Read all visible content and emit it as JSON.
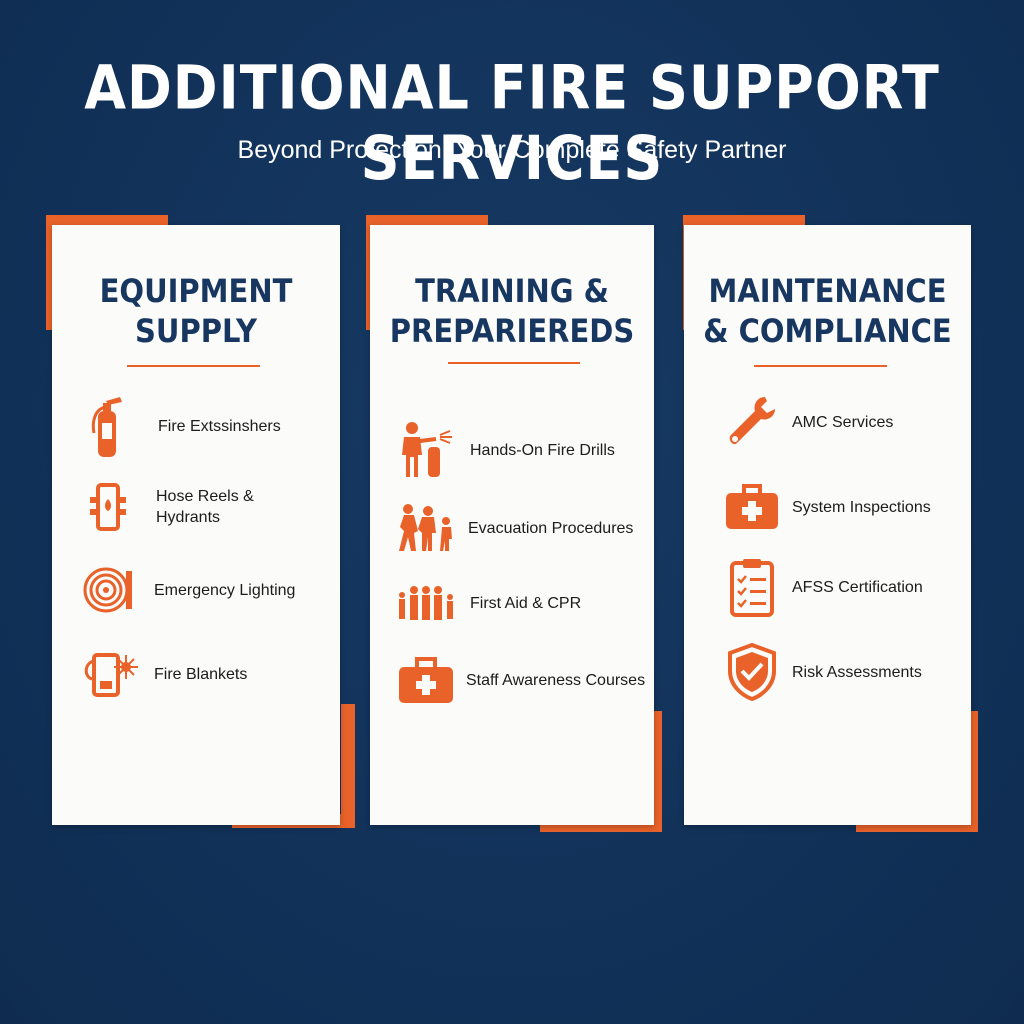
{
  "header": {
    "title": "ADDITIONAL FIRE SUPPORT SERVICES",
    "subtitle": "Beyond Protection: Your Complete Safety Partner"
  },
  "colors": {
    "background": "#13345a",
    "accent": "#e8622a",
    "card": "#fbfbfa",
    "heading": "#183760"
  },
  "cards": [
    {
      "title_line1": "EQUIPMENT",
      "title_line2": "SUPPLY",
      "items": [
        {
          "label": "Fire Extssinshers",
          "icon": "fire-extinguisher-icon"
        },
        {
          "label_line1": "Hose Reels &",
          "label_line2": "Hydrants",
          "icon": "hydrant-icon"
        },
        {
          "label": "Emergency Lighting",
          "icon": "hose-reel-icon"
        },
        {
          "label": "Fire Blankets",
          "icon": "fire-blanket-icon"
        }
      ]
    },
    {
      "title_line1": "TRAINING &",
      "title_line2": "PREPARIEREDS",
      "items": [
        {
          "label": "Hands-On Fire Drills",
          "icon": "person-extinguisher-icon"
        },
        {
          "label": "Evacuation Procedures",
          "icon": "evacuation-icon"
        },
        {
          "label": "First Aid & CPR",
          "icon": "group-people-icon"
        },
        {
          "label": "Staff Awareness Courses",
          "icon": "first-aid-kit-icon"
        }
      ]
    },
    {
      "title_line1": "MAINTENANCE",
      "title_line2": "& COMPLIANCE",
      "items": [
        {
          "label": "AMC Services",
          "icon": "wrench-icon"
        },
        {
          "label": "System Inspections",
          "icon": "medical-kit-icon"
        },
        {
          "label": "AFSS Certification",
          "icon": "checklist-icon"
        },
        {
          "label": "Risk Assessments",
          "icon": "shield-check-icon"
        }
      ]
    }
  ]
}
